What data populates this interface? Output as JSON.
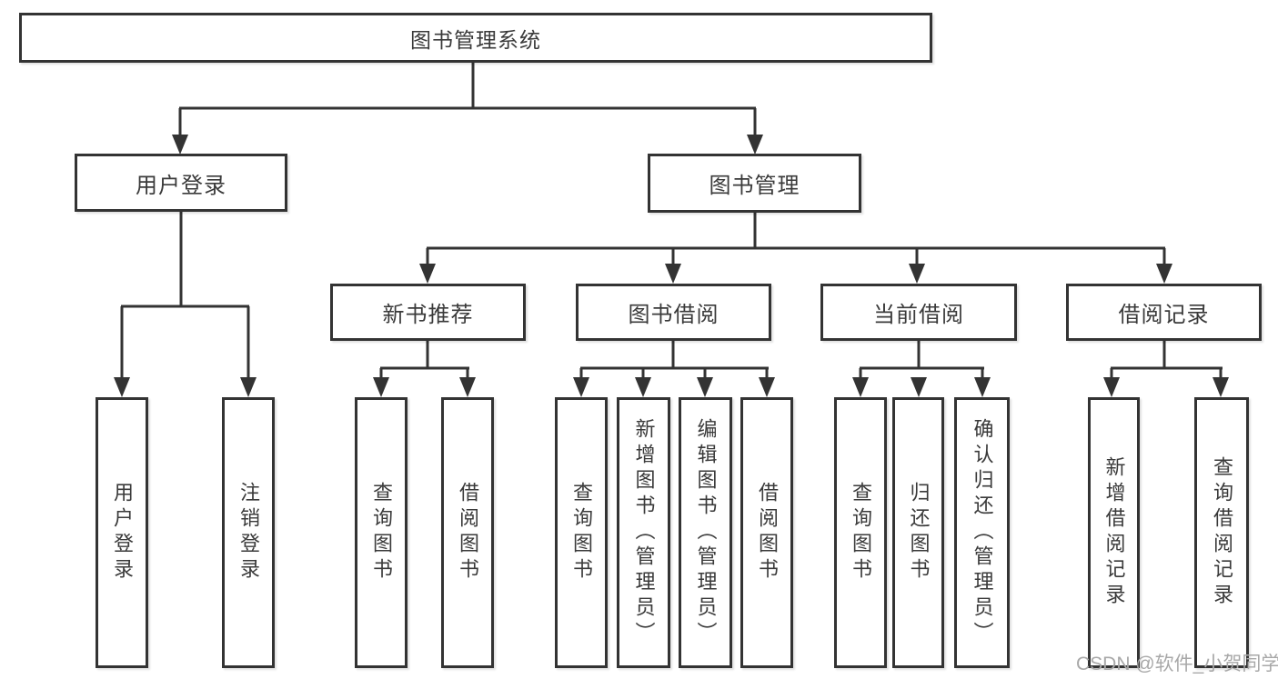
{
  "colors": {
    "line": "#333333",
    "text": "#3a3a3a",
    "box_background": "#ffffff",
    "page_background": "#ffffff",
    "watermark": "#a8a8a8"
  },
  "watermark": {
    "text": "CSDN @软件_小贺同学"
  },
  "tree": {
    "label": "图书管理系统",
    "children": [
      {
        "label": "用户登录",
        "children": [
          {
            "label": "用户登录"
          },
          {
            "label": "注销登录"
          }
        ]
      },
      {
        "label": "图书管理",
        "children": [
          {
            "label": "新书推荐",
            "children": [
              {
                "label": "查询图书"
              },
              {
                "label": "借阅图书"
              }
            ]
          },
          {
            "label": "图书借阅",
            "children": [
              {
                "label": "查询图书"
              },
              {
                "label": "新增图书（管理员）"
              },
              {
                "label": "编辑图书（管理员）"
              },
              {
                "label": "借阅图书"
              }
            ]
          },
          {
            "label": "当前借阅",
            "children": [
              {
                "label": "查询图书"
              },
              {
                "label": "归还图书"
              },
              {
                "label": "确认归还（管理员）"
              }
            ]
          },
          {
            "label": "借阅记录",
            "children": [
              {
                "label": "新增借阅记录"
              },
              {
                "label": "查询借阅记录"
              }
            ]
          }
        ]
      }
    ]
  }
}
